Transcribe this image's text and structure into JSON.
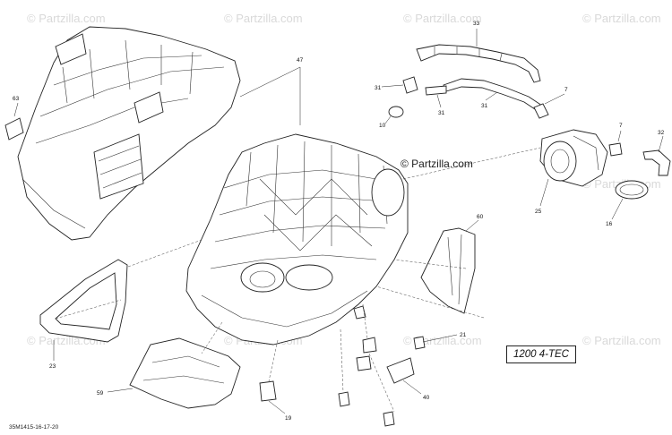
{
  "watermark": "© Partzilla.com",
  "center_watermark": "© Partzilla.com",
  "model_box": "1200 4-TEC",
  "drawing_ref": "35M1415-16-17-20",
  "callouts": {
    "c47": "47",
    "c33": "33",
    "c31a": "31",
    "c31b": "31",
    "c31c": "31",
    "c7a": "7",
    "c7b": "7",
    "c10": "10",
    "c32": "32",
    "c63": "63",
    "c25": "25",
    "c16": "16",
    "c60": "60",
    "c23": "23",
    "c21": "21",
    "c59": "59",
    "c40": "40",
    "c19": "19"
  },
  "colors": {
    "line": "#222222",
    "watermark": "#d9d9d9",
    "background": "#ffffff"
  }
}
